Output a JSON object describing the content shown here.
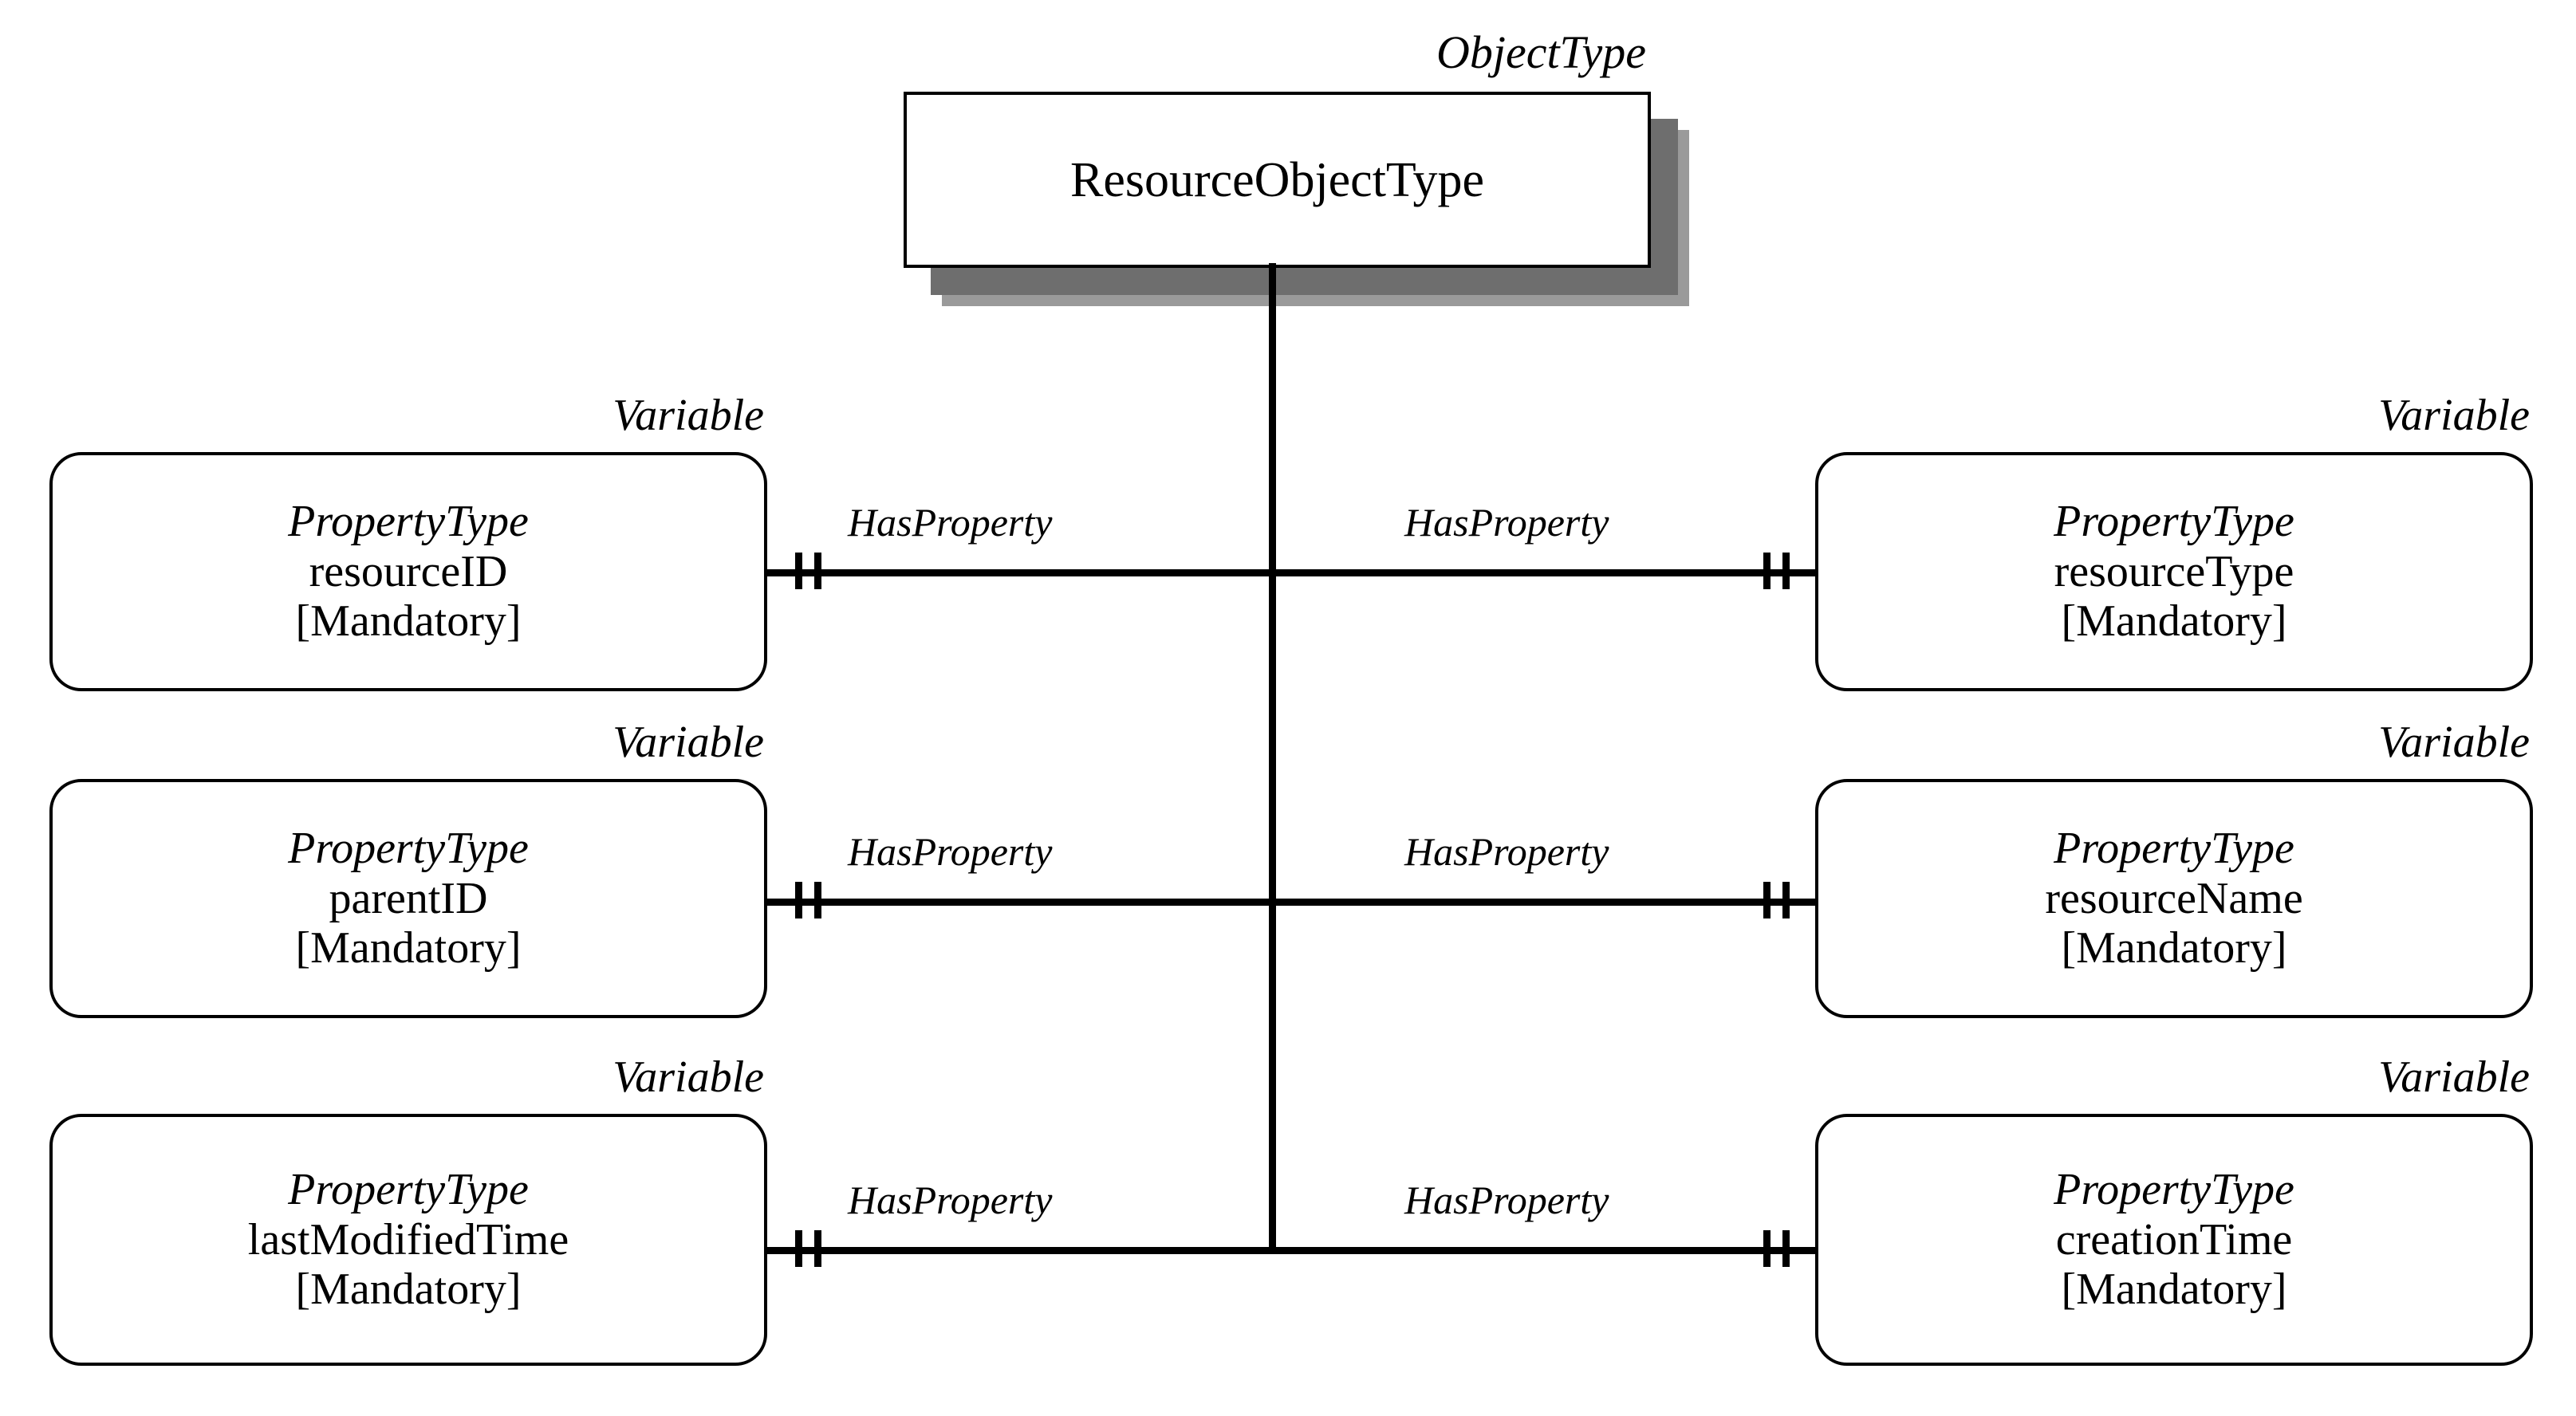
{
  "diagram": {
    "title_node": {
      "stereotype": "ObjectType",
      "name": "ResourceObjectType"
    },
    "reference_label": "HasProperty",
    "properties": [
      {
        "stereotype": "Variable",
        "type": "PropertyType",
        "name": "resourceID",
        "modifier": "[Mandatory]",
        "side": "left",
        "row": 1
      },
      {
        "stereotype": "Variable",
        "type": "PropertyType",
        "name": "resourceType",
        "modifier": "[Mandatory]",
        "side": "right",
        "row": 1
      },
      {
        "stereotype": "Variable",
        "type": "PropertyType",
        "name": "parentID",
        "modifier": "[Mandatory]",
        "side": "left",
        "row": 2
      },
      {
        "stereotype": "Variable",
        "type": "PropertyType",
        "name": "resourceName",
        "modifier": "[Mandatory]",
        "side": "right",
        "row": 2
      },
      {
        "stereotype": "Variable",
        "type": "PropertyType",
        "name": "lastModifiedTime",
        "modifier": "[Mandatory]",
        "side": "left",
        "row": 3
      },
      {
        "stereotype": "Variable",
        "type": "PropertyType",
        "name": "creationTime",
        "modifier": "[Mandatory]",
        "side": "right",
        "row": 3
      }
    ],
    "edge_labels": [
      "HasProperty",
      "HasProperty",
      "HasProperty",
      "HasProperty",
      "HasProperty",
      "HasProperty"
    ],
    "colors": {
      "stroke": "#000000",
      "fill": "#ffffff",
      "shadow_inner": "#6e6e6e",
      "shadow_outer": "#9a9a9a"
    }
  }
}
